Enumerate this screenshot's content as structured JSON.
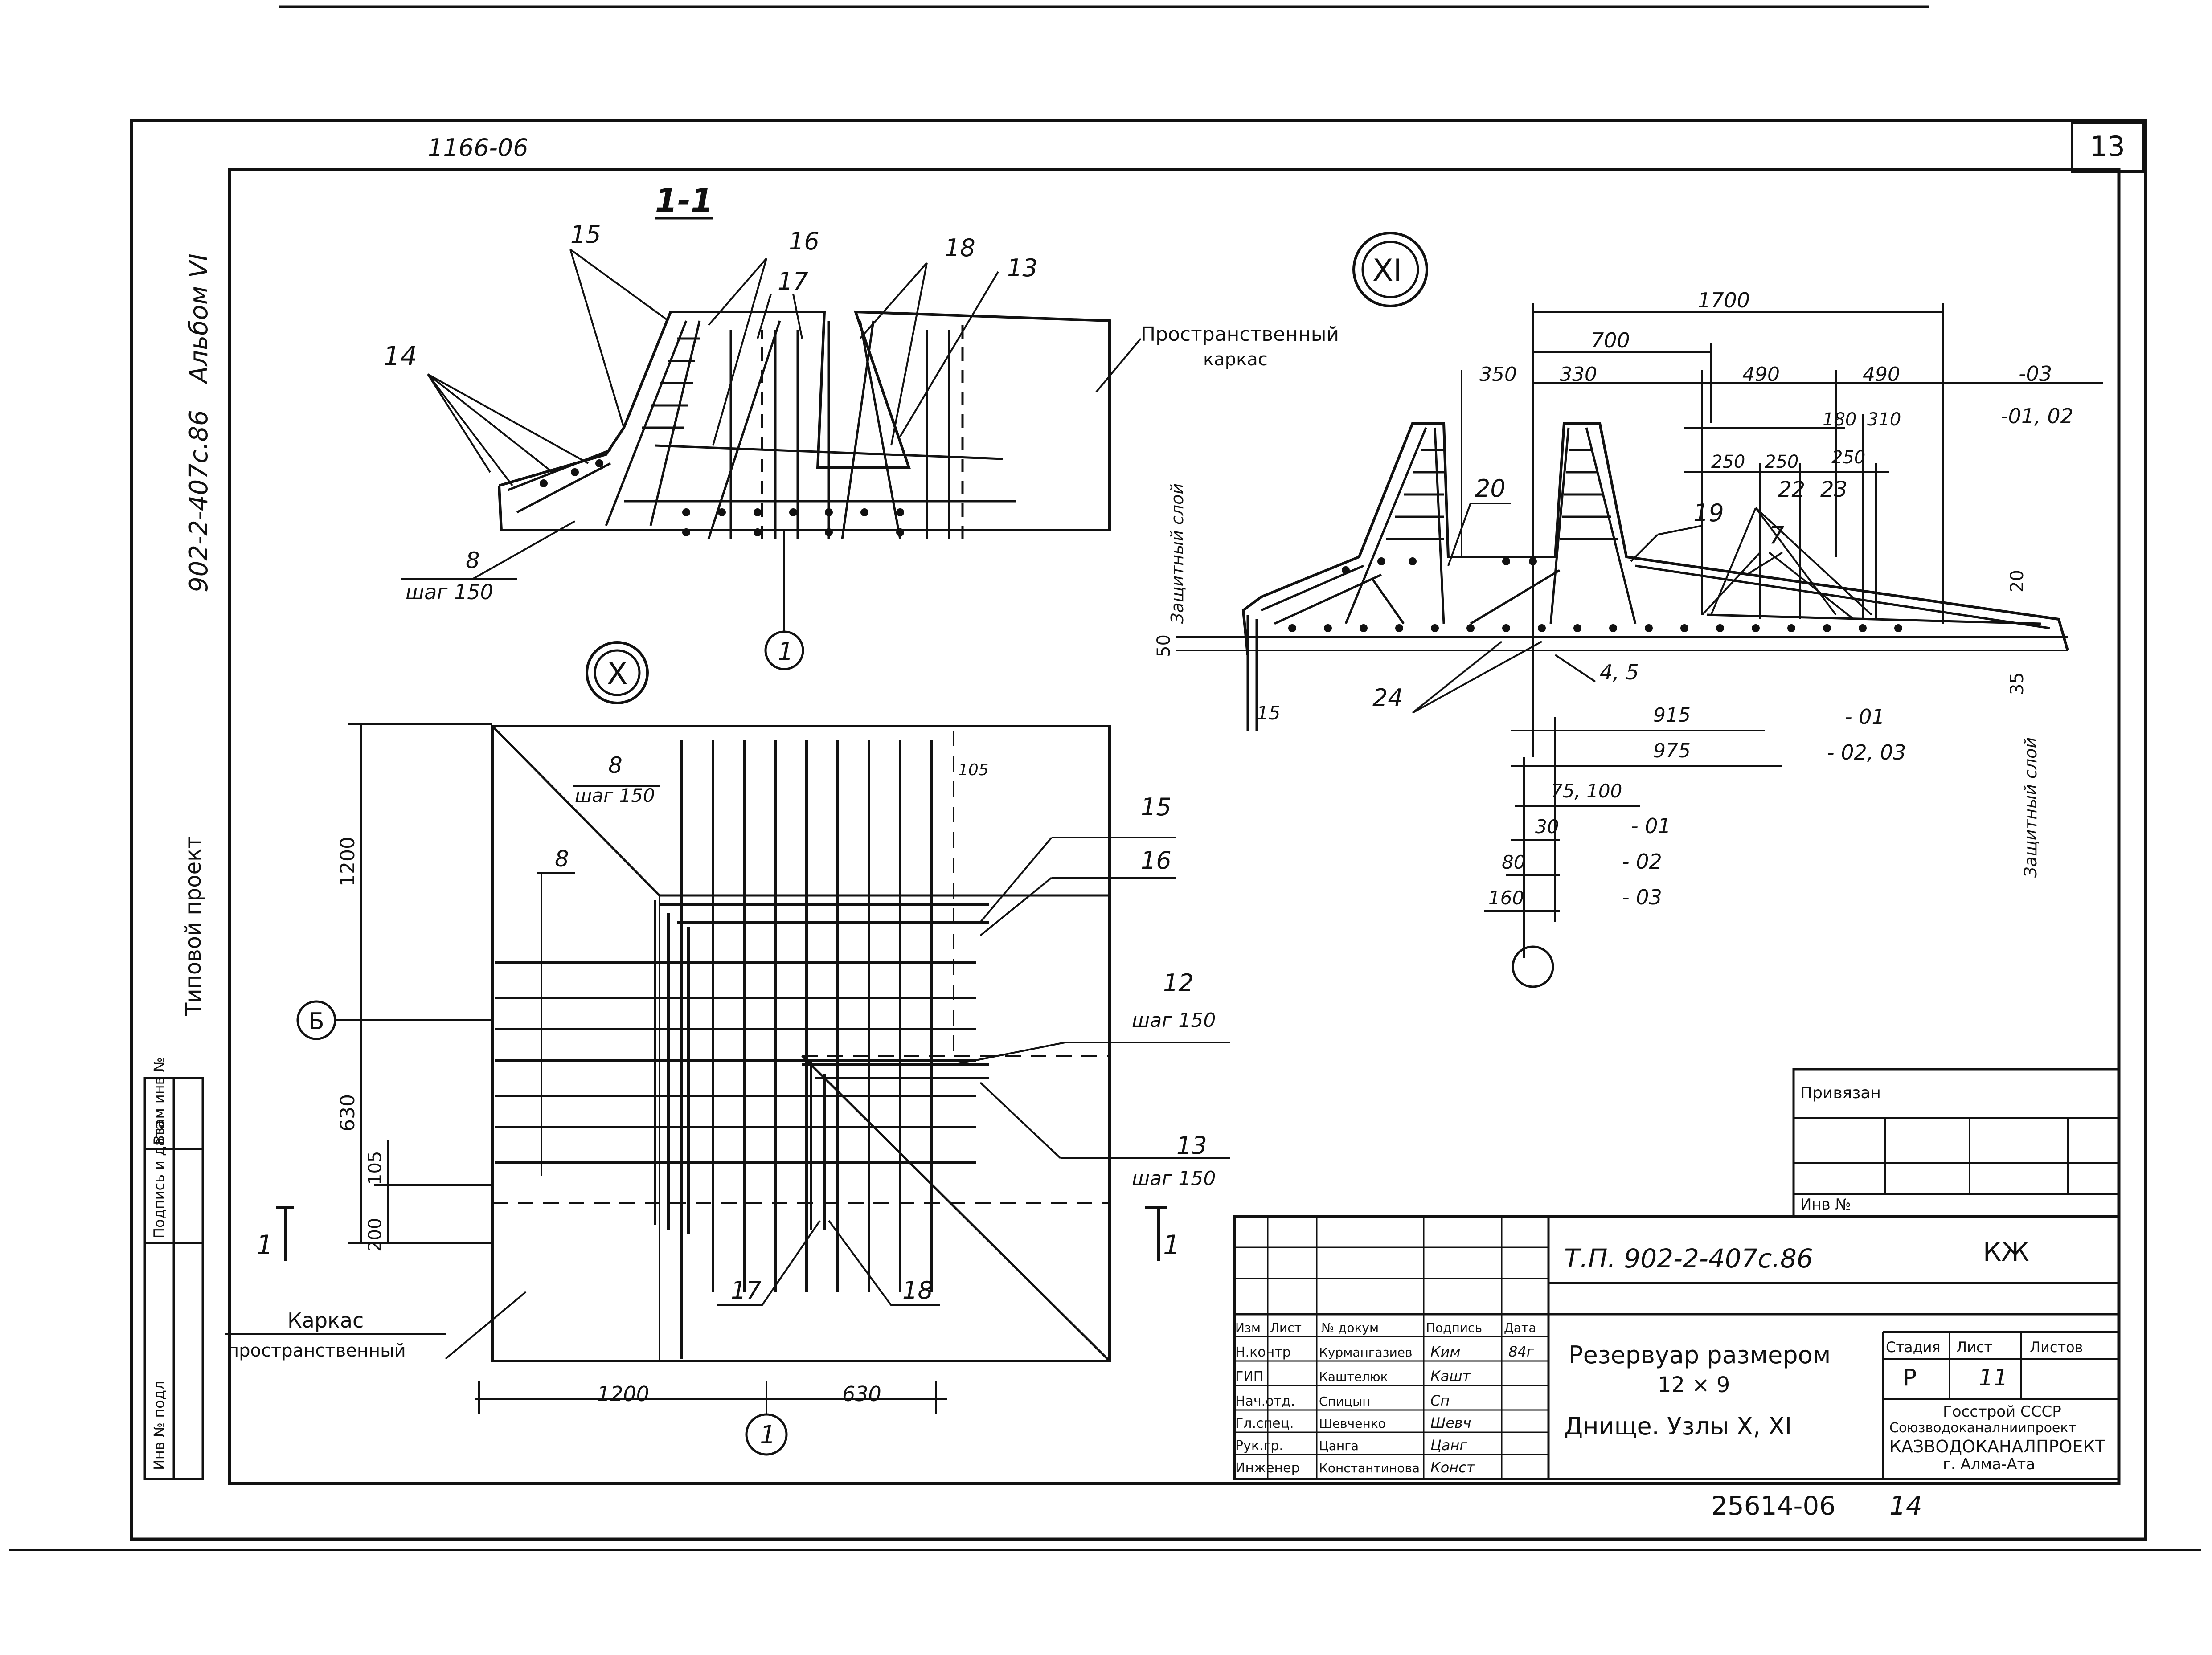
{
  "sheet": {
    "archive_code": "1166-06",
    "sheet_number": "13",
    "side_code": "902-2-407с.86",
    "album": "Альбом VI",
    "project_type": "Типовой проект",
    "bottom_code": "25614-06",
    "bottom_number": "14"
  },
  "left_stamp": [
    "Инв № подл",
    "Подпись и дата",
    "Взам инв №"
  ],
  "section_1_1": {
    "title": "1-1",
    "callouts": [
      "15",
      "16",
      "17",
      "18",
      "13",
      "14",
      "8"
    ],
    "step_label": "шаг 150",
    "frame_label_1": "Пространственный",
    "frame_label_2": "каркас",
    "axis_mark": "1"
  },
  "node_x": {
    "title": "X",
    "dims": [
      "1200",
      "630",
      "105",
      "200",
      "1200",
      "630",
      "105"
    ],
    "callouts": [
      "8",
      "8",
      "15",
      "16",
      "12",
      "13",
      "17",
      "18"
    ],
    "steps": [
      "шаг 150",
      "шаг 150",
      "шаг 150"
    ],
    "axis_b": "Б",
    "axis_1": "1",
    "cut_mark_left": "1",
    "cut_mark_right": "1",
    "frame_label_1": "Каркас",
    "frame_label_2": "пространственный"
  },
  "node_xi": {
    "title": "XI",
    "dims_top": [
      "1700",
      "700",
      "350",
      "330",
      "490",
      "490",
      "180",
      "310",
      "250",
      "250",
      "250"
    ],
    "dim_suffix": [
      "-03",
      "-01, 02"
    ],
    "callouts": [
      "20",
      "19",
      "22",
      "23",
      "7",
      "24"
    ],
    "vertical_dims": [
      "50",
      "20",
      "35",
      "15",
      "4, 5"
    ],
    "protective_layer": "Защитный слой",
    "protective_layer_2": "Защитный слой",
    "lower_dims": [
      {
        "val": "915",
        "mark": "- 01"
      },
      {
        "val": "975",
        "mark": "- 02, 03"
      },
      {
        "val": "75, 100",
        "mark": ""
      },
      {
        "val": "30",
        "mark": "- 01"
      },
      {
        "val": "80",
        "mark": "- 02"
      },
      {
        "val": "160",
        "mark": "- 03"
      }
    ]
  },
  "title_block": {
    "bound_label": "Привязан",
    "inv_label": "Инв №",
    "doc_code": "Т.П. 902-2-407с.86",
    "mark": "КЖ",
    "columns": [
      "Изм",
      "Лист",
      "№ докум",
      "Подпись",
      "Дата"
    ],
    "staff": [
      {
        "role": "Н.контр",
        "name": "Курмангазиев",
        "sign": "Ким",
        "date": "84г"
      },
      {
        "role": "ГИП",
        "name": "Каштелюк",
        "sign": "Кашт",
        "date": ""
      },
      {
        "role": "Нач.отд.",
        "name": "Спицын",
        "sign": "Сп",
        "date": ""
      },
      {
        "role": "Гл.спец.",
        "name": "Шевченко",
        "sign": "Шевч",
        "date": ""
      },
      {
        "role": "Рук.гр.",
        "name": "Цанга",
        "sign": "Цанг",
        "date": ""
      },
      {
        "role": "Инженер",
        "name": "Константинова",
        "sign": "Конст",
        "date": ""
      }
    ],
    "name_line_1": "Резервуар размером",
    "name_line_2": "12 × 9",
    "name_line_3": "Днище. Узлы X, XI",
    "stage_header": "Стадия",
    "sheet_header": "Лист",
    "sheets_header": "Листов",
    "stage": "Р",
    "sheet": "11",
    "sheets": "",
    "org_1": "Госстрой СССР",
    "org_2": "Союзводоканалниипроект",
    "org_3": "КАЗВОДОКАНАЛПРОЕКТ",
    "org_4": "г. Алма-Ата"
  }
}
